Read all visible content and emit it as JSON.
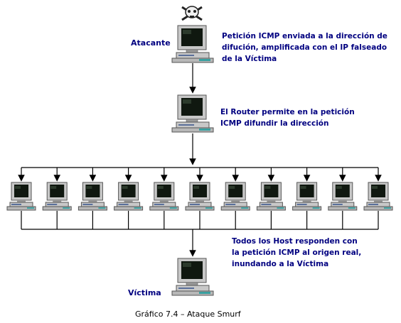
{
  "labels": {
    "attacker": "Atacante",
    "victim": "Víctima"
  },
  "notes": {
    "attacker": [
      "Petición ICMP enviada a la dirección de",
      "difución, amplificada con el IP  falseado",
      "de la Víctima"
    ],
    "router": [
      "El Router permite en la petición",
      "ICMP difundir la dirección"
    ],
    "hosts": [
      "Todos los Host responden con",
      "la petición ICMP al origen real,",
      "inundando a la Víctima"
    ]
  },
  "caption": "Gráfico 7.4 – Ataque Smurf",
  "icons": {
    "attacker": "skull-crossbones-icon",
    "computer": "desktop-computer-icon"
  },
  "colors": {
    "text": "#000080",
    "monitor_frame": "#c8c8c8",
    "screen": "#101810",
    "wire": "#000000",
    "base_stripe": "#5a6f9a"
  },
  "host_count": 11
}
